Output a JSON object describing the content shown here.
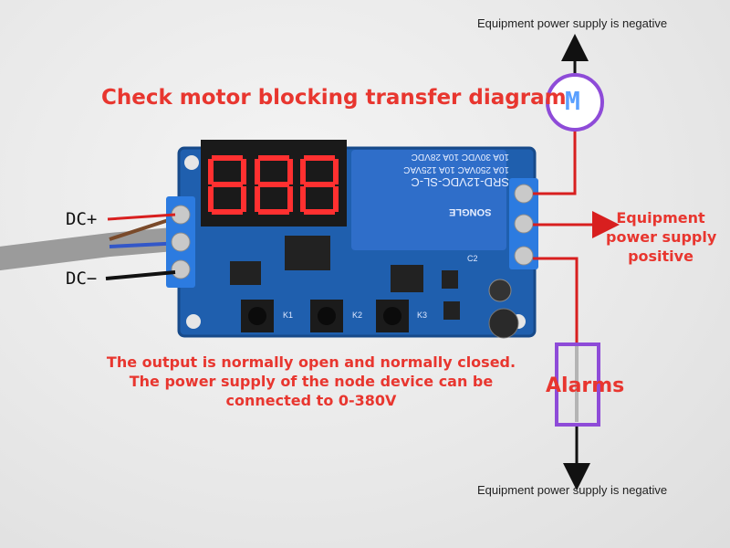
{
  "diagram": {
    "title": "Check motor blocking transfer diagram",
    "dc_plus": "DC+",
    "dc_minus": "DC−",
    "top_negative": "Equipment power supply is negative",
    "bottom_negative": "Equipment power supply is negative",
    "motor_symbol": "M",
    "positive_lines": [
      "Equipment",
      "power supply",
      "positive"
    ],
    "alarms": "Alarms",
    "note_lines": [
      "The output is normally open and normally closed.",
      "The power supply of the node device can be",
      "connected to 0-380V"
    ]
  },
  "board": {
    "relay_lines": [
      "SRD-12VDC-SL-C",
      "10A 250VAC  10A 125VAC",
      "10A 30VDC  10A 28VDC"
    ],
    "relay_brand": "SONGLE",
    "button_labels": [
      "K1",
      "K2",
      "K3"
    ],
    "cap_label": "C2"
  },
  "colors": {
    "label_red": "#e8362f",
    "wire_red": "#d81f1f",
    "motor_ring": "#8e4bd8",
    "alarm_box": "#8e4bd8",
    "board_blue": "#1f5fae",
    "terminal_blue": "#2c7be0",
    "relay_blue": "#2f6ec9",
    "display_red": "#ff2c2c"
  }
}
